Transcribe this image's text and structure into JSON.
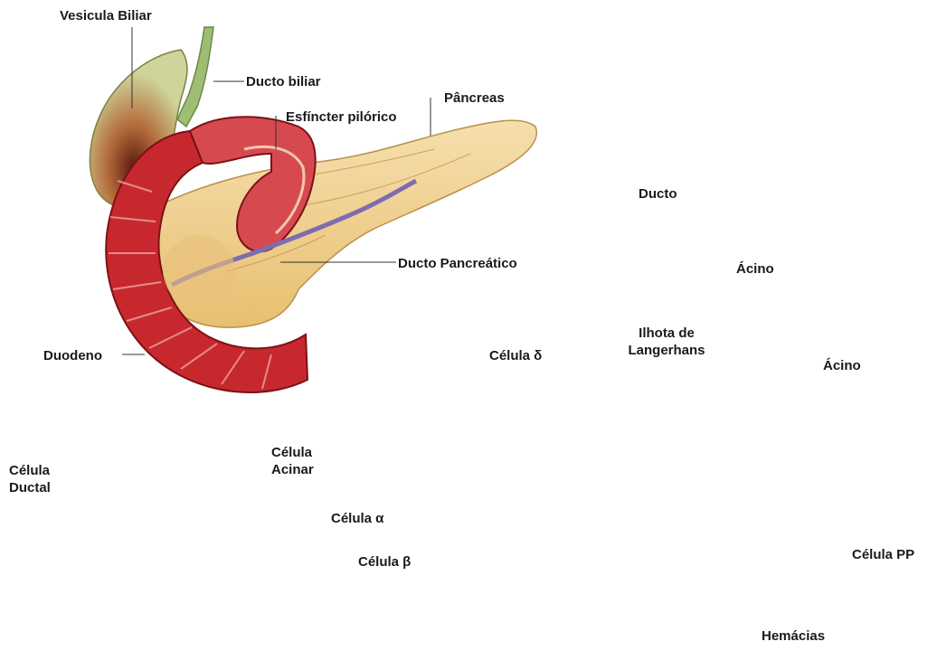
{
  "panels": {
    "digestive_overview": {
      "labels": {
        "gallbladder": "Vesicula Biliar",
        "bile_duct": "Ducto biliar",
        "pyloric_sphincter": "Esfíncter pilórico",
        "pancreas": "Pâncreas",
        "pancreatic_duct": "Ducto Pancreático",
        "duodenum": "Duodeno"
      }
    },
    "duct_tree": {
      "labels": {
        "duct": "Ducto",
        "acinus": "Ácino"
      }
    },
    "acinus_section": {
      "labels": {
        "ductal_cell": "Célula\nDuctal",
        "acinar_cell": "Célula\nAcinar"
      }
    },
    "islet": {
      "labels": {
        "islet": "Ilhota de\nLangerhans",
        "delta_cell": "Célula δ",
        "acinus": "Ácino",
        "alpha_cell": "Célula α",
        "beta_cell": "Célula β",
        "pp_cell": "Célula PP",
        "red_cells": "Hemácias"
      }
    }
  },
  "colors": {
    "acinar_fill": "#e2b251",
    "acinar_stroke": "#9a6d1c",
    "duct": "#a98fd0",
    "duodenum_red": "#c7282e",
    "pancreas_tan": "#f0d39a",
    "gallbladder_green": "#c8d08f",
    "islet_pink": "#e6b3de",
    "alpha_purple": "#6a4fb3",
    "beta_pink": "#f0a6cf",
    "delta_green": "#79c356",
    "pp_brown": "#7a3a1a",
    "rbc_red": "#d7403f",
    "connective_pink": "#ecc4dd"
  }
}
